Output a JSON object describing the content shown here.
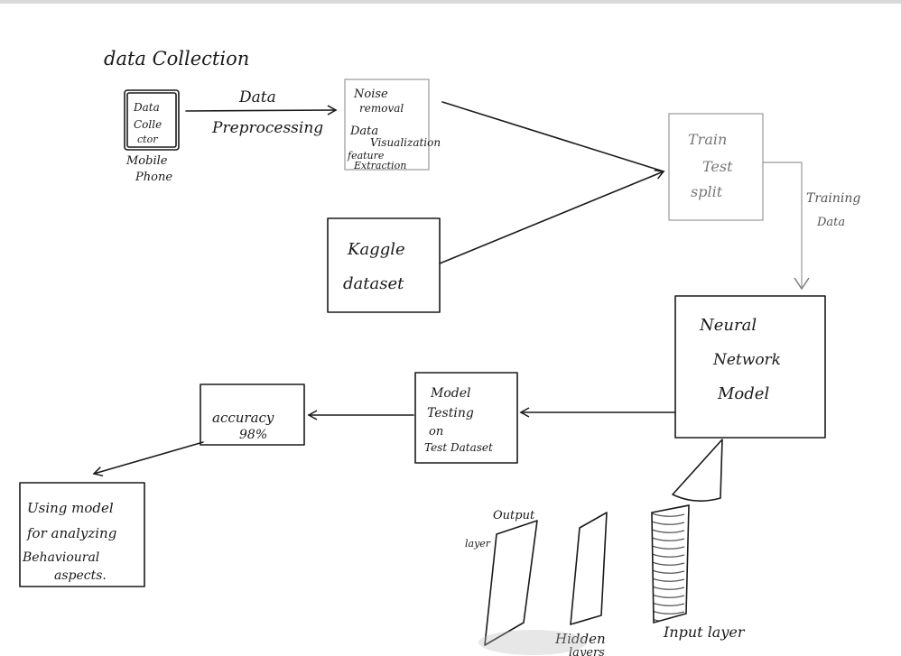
{
  "title": "data Collection",
  "phone": {
    "lines": [
      "Data",
      "Colle",
      "ctor"
    ],
    "caption": [
      "Mobile",
      "Phone"
    ]
  },
  "preprocessing_arrow": {
    "top": "Data",
    "bottom": "Preprocessing"
  },
  "preprocessing_box": {
    "lines": [
      "Noise",
      "removal",
      "Data",
      "Visualization",
      "feature",
      "Extraction"
    ]
  },
  "kaggle": {
    "lines": [
      "Kaggle",
      "dataset"
    ]
  },
  "split": {
    "lines": [
      "Train",
      "Test",
      "split"
    ]
  },
  "training_label": [
    "Training",
    "Data"
  ],
  "nn": {
    "lines": [
      "Neural",
      "Network",
      "Model"
    ]
  },
  "testing": {
    "lines": [
      "Model",
      "Testing",
      "on",
      "Test Dataset"
    ]
  },
  "accuracy": {
    "lines": [
      "accuracy",
      "98%"
    ]
  },
  "usage": {
    "lines": [
      "Using model",
      "for analyzing",
      "Behavioural",
      "aspects."
    ]
  },
  "layers": {
    "output": [
      "Output",
      "layer"
    ],
    "hidden": [
      "Hidden",
      "layers"
    ],
    "input": "Input layer"
  }
}
